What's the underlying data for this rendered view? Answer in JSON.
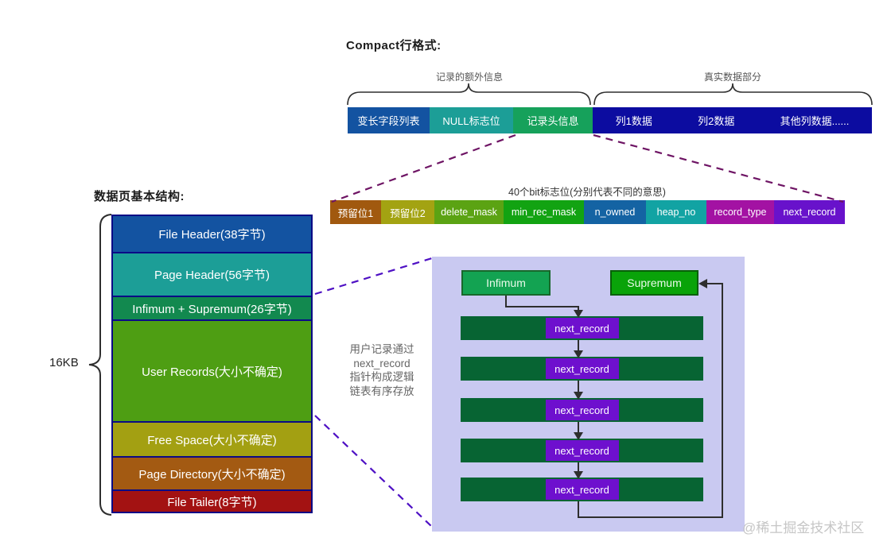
{
  "compact_row": {
    "title": "Compact行格式:",
    "extra_info_label": "记录的额外信息",
    "real_data_label": "真实数据部分",
    "segments": [
      {
        "label": "变长字段列表",
        "color": "#1353A1"
      },
      {
        "label": "NULL标志位",
        "color": "#1C9E97"
      },
      {
        "label": "记录头信息",
        "color": "#16A15B"
      }
    ],
    "data_part": {
      "color": "#0C0CA0",
      "columns": [
        "列1数据",
        "列2数据",
        "其他列数据......"
      ]
    }
  },
  "bit_flags": {
    "label": "40个bit标志位(分别代表不同的意思)",
    "items": [
      {
        "label": "预留位1",
        "color": "#A1590F"
      },
      {
        "label": "预留位2",
        "color": "#A3A312"
      },
      {
        "label": "delete_mask",
        "color": "#5BA313"
      },
      {
        "label": "min_rec_mask",
        "color": "#12A312"
      },
      {
        "label": "n_owned",
        "color": "#1463A3"
      },
      {
        "label": "heap_no",
        "color": "#12A3A3"
      },
      {
        "label": "record_type",
        "color": "#A312A3"
      },
      {
        "label": "next_record",
        "color": "#6812CB"
      }
    ]
  },
  "page_structure": {
    "title": "数据页基本结构:",
    "size_label": "16KB",
    "blocks": [
      {
        "label": "File Header(38字节)",
        "color": "#1353A1"
      },
      {
        "label": "Page Header(56字节)",
        "color": "#1C9E97"
      },
      {
        "label": "Infimum + Supremum(26字节)",
        "color": "#12894F"
      },
      {
        "label": "User Records(大小不确定)",
        "color": "#4E9E13"
      },
      {
        "label": "Free Space(大小不确定)",
        "color": "#A3A012"
      },
      {
        "label": "Page Directory(大小不确定)",
        "color": "#A35A12"
      },
      {
        "label": "File Tailer(8字节)",
        "color": "#A31212"
      }
    ]
  },
  "linked_list": {
    "note_line1": "用户记录通过",
    "note_line2": "next_record",
    "note_line3": "指针构成逻辑",
    "note_line4": "链表有序存放",
    "infimum_label": "Infimum",
    "supremum_label": "Supremum",
    "pointer_label": "next_record",
    "panel_bg": "#C9C9F1",
    "bar_color": "#076433",
    "pointer_color": "#6E10CE",
    "infimum_color": "#13A352",
    "supremum_color": "#09A309"
  },
  "watermark": "@稀土掘金技术社区"
}
